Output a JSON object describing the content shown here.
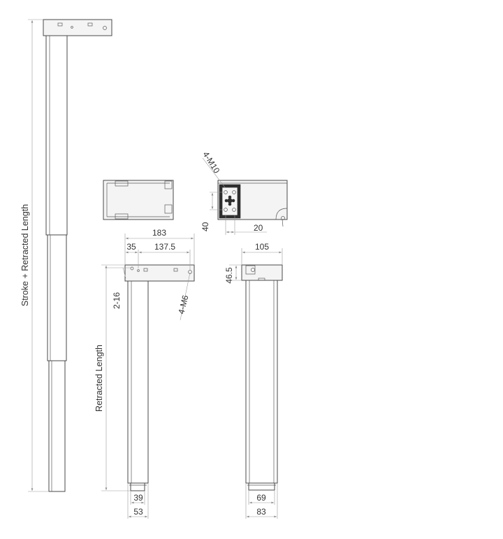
{
  "labels": {
    "stroke_plus_retracted": "Stroke + Retracted Length",
    "retracted_length": "Retracted Length",
    "dim_183": "183",
    "dim_35": "35",
    "dim_137_5": "137.5",
    "dim_2_16": "2-16",
    "dim_4_m6": "4-M6",
    "dim_4_m10": "4-M10",
    "dim_40": "40",
    "dim_20": "20",
    "dim_105": "105",
    "dim_46_5": "46.5",
    "dim_39": "39",
    "dim_53": "53",
    "dim_69": "69",
    "dim_83": "83"
  },
  "colors": {
    "outline": "#4a4a4a",
    "dimension_line": "#9a9a9a",
    "text": "#333333"
  }
}
